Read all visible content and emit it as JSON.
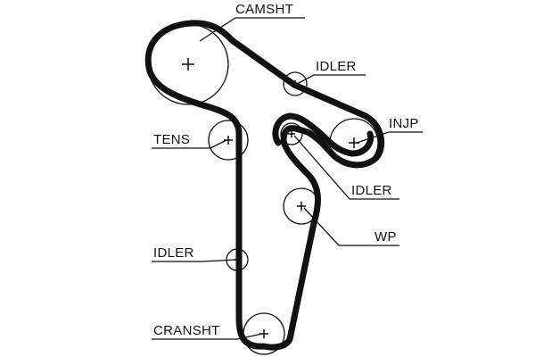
{
  "labels": {
    "camshaft": "CAMSHT",
    "idler_top": "IDLER",
    "injection_pump": "INJP",
    "tensioner": "TENS",
    "idler_middle": "IDLER",
    "water_pump": "WP",
    "idler_bottom": "IDLER",
    "crankshaft": "CRANSHT"
  },
  "colors": {
    "ink": "#111111",
    "background": "#ffffff"
  }
}
